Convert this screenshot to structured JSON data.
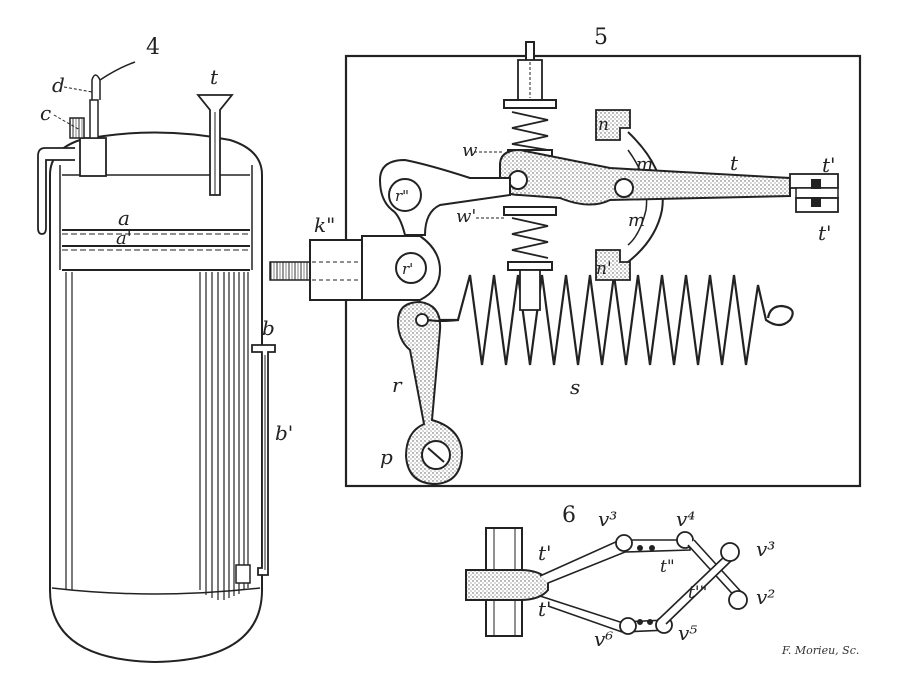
{
  "figures": {
    "fig4": {
      "number": "4",
      "labels": {
        "d": "d",
        "c": "c",
        "t": "t",
        "a": "a",
        "a_prime": "a'",
        "b": "b",
        "b_prime": "b'"
      }
    },
    "fig5": {
      "number": "5",
      "labels": {
        "w": "w",
        "w_prime": "w'",
        "n": "n",
        "n_prime": "n'",
        "m": "m",
        "m2": "m",
        "t": "t",
        "t_prime_top": "t'",
        "t_prime_bottom": "t'",
        "k": "k\"",
        "r_dprime": "r\"",
        "r_prime": "r'",
        "r": "r",
        "s": "s",
        "p": "p"
      }
    },
    "fig6": {
      "number": "6",
      "labels": {
        "t_prime_upper": "t'",
        "t_prime_lower": "t'",
        "t_dprime": "t\"",
        "t_tprime": "t'\"",
        "v3_left": "v³",
        "v4": "v⁴",
        "v3_right": "v³",
        "v2": "v²",
        "v5": "v⁵",
        "v6": "v⁶"
      }
    }
  },
  "engraver_credit": "F. Morieu, Sc.",
  "colors": {
    "ink": "#222222",
    "paper": "#ffffff",
    "stipple": "#9a9a9a"
  }
}
